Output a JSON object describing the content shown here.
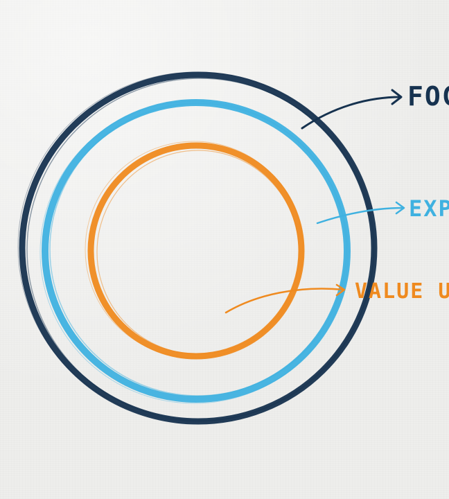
{
  "diagram": {
    "colors": {
      "outer": "#16324f",
      "middle": "#3fb1e0",
      "inner": "#ef8a1f"
    },
    "labels": [
      {
        "id": "outer",
        "text": "FOC",
        "color": "#16324f"
      },
      {
        "id": "middle",
        "text": "EXP",
        "color": "#3fb1e0"
      },
      {
        "id": "inner",
        "text": "VALUE U",
        "color": "#ef8a1f"
      }
    ]
  }
}
